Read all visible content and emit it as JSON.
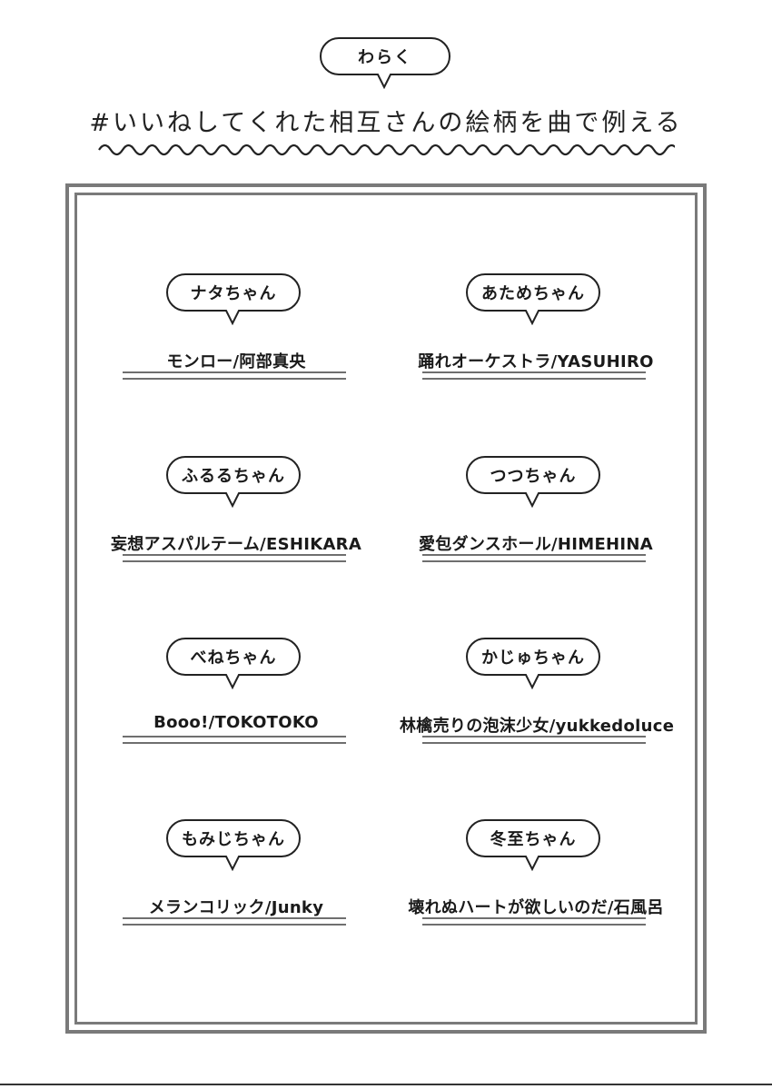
{
  "author": "わらく",
  "hashtag": "#いいねしてくれた相互さんの絵柄を曲で例える",
  "entries": [
    {
      "name": "ナタちゃん",
      "song": "モンロー/阿部真央"
    },
    {
      "name": "あためちゃん",
      "song": "踊れオーケストラ/YASUHIRO"
    },
    {
      "name": "ふるるちゃん",
      "song": "妄想アスパルテーム/ESHIKARA"
    },
    {
      "name": "つつちゃん",
      "song": "愛包ダンスホール/HIMEHINA"
    },
    {
      "name": "べねちゃん",
      "song": "Booo!/TOKOTOKO"
    },
    {
      "name": "かじゅちゃん",
      "song": "林檎売りの泡沫少女/yukkedoluce"
    },
    {
      "name": "もみじちゃん",
      "song": "メランコリック/Junky"
    },
    {
      "name": "冬至ちゃん",
      "song": "壊れぬハートが欲しいのだ/石風呂"
    }
  ]
}
